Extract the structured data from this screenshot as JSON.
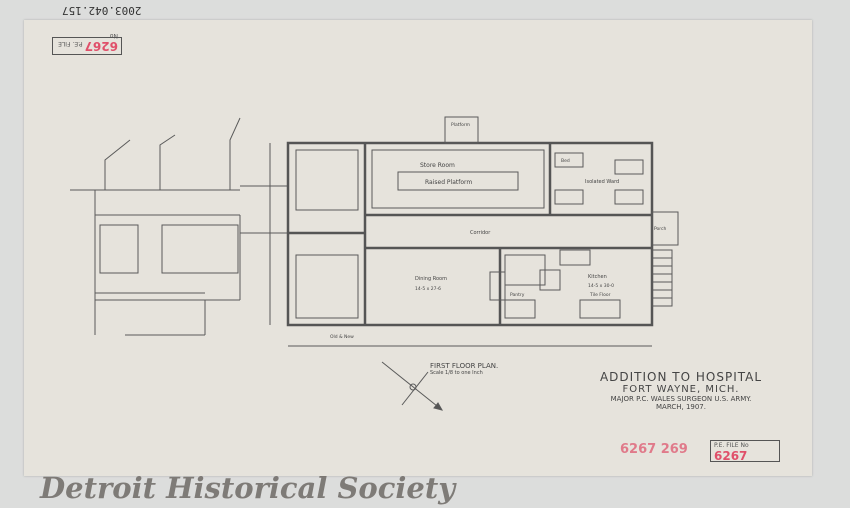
{
  "catalog_number": "2003.042.157",
  "stamps": {
    "top_left": {
      "label": "P.E. FILE No",
      "number": "6267"
    },
    "bottom_right": {
      "label": "P.E. FILE No",
      "number": "6267"
    }
  },
  "red_number": "6267 269",
  "title_block": {
    "line1": "ADDITION TO HOSPITAL",
    "line2": "FORT WAYNE, MICH.",
    "line3": "MAJOR P.C. WALES SURGEON U.S. ARMY.",
    "line4": "MARCH, 1907."
  },
  "plan_title": {
    "title": "FIRST FLOOR PLAN.",
    "scale": "Scale 1/8 to one Inch"
  },
  "rooms": {
    "store_room": "Store Room",
    "raised_platform": "Raised Platform",
    "isolated_ward": "Isolated Ward",
    "corridor": "Corridor",
    "dining_room": "Dining Room",
    "dining_size": "14-5 x 27-6",
    "kitchen": "Kitchen",
    "kitchen_size": "14-5 x 30-0",
    "tile_floor": "Tile Floor",
    "pantry": "Pantry",
    "platform": "Platform",
    "porch": "Porch",
    "bed": "Bed",
    "old_bldg": "Old & New"
  },
  "watermark": "Detroit Historical Society",
  "colors": {
    "paper": "#e6e3dc",
    "ink": "#555555",
    "stamp_red": "#e0506a"
  }
}
